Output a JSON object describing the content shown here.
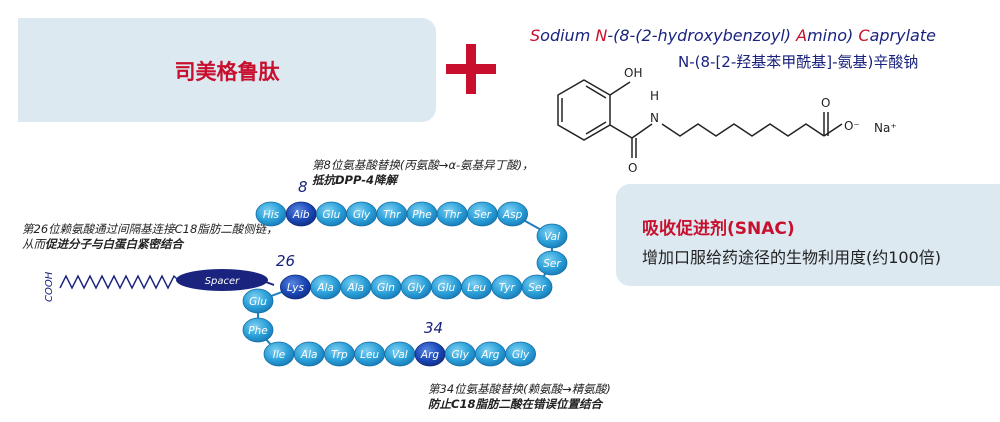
{
  "drug_name": "司美格鲁肽",
  "snac": {
    "english_parts": [
      {
        "cap": "S",
        "rest": "odium "
      },
      {
        "cap": "N",
        "rest": "-(8-(2-hydroxybenzoyl) "
      },
      {
        "cap": "A",
        "rest": "mino) "
      },
      {
        "cap": "C",
        "rest": "aprylate"
      }
    ],
    "chinese_name": "N-(8-[2-羟基苯甲酰基]-氨基)辛酸钠",
    "label_oh": "OH",
    "label_h": "H",
    "label_n": "N",
    "label_o_amide": "O",
    "label_o_acid": "O",
    "label_o_minus": "O⁻",
    "label_na": "Na⁺"
  },
  "snac_box": {
    "title": "吸收促进剂(SNAC)",
    "description": "增加口服给药途径的生物利用度(约100倍)"
  },
  "peptide": {
    "row1": [
      "His",
      "Aib",
      "Glu",
      "Gly",
      "Thr",
      "Phe",
      "Thr",
      "Ser",
      "Asp"
    ],
    "right_turn": [
      "Val",
      "Ser"
    ],
    "row2": [
      "Ser",
      "Tyr",
      "Leu",
      "Glu",
      "Gly",
      "Gln",
      "Ala",
      "Ala",
      "Lys"
    ],
    "left_turn": [
      "Glu",
      "Phe"
    ],
    "row3": [
      "Ile",
      "Ala",
      "Trp",
      "Leu",
      "Val",
      "Arg",
      "Gly",
      "Arg",
      "Gly"
    ],
    "highlight_residues": [
      "Aib",
      "Lys",
      "Arg"
    ],
    "position_labels": {
      "p8": "8",
      "p26": "26",
      "p34": "34"
    },
    "spacer_label": "Spacer",
    "cooh_label": "COOH"
  },
  "annotations": {
    "pos8_line1": "第8位氨基酸替换(丙氨酸→α-氨基异丁酸)，",
    "pos8_line2": "抵抗DPP-4降解",
    "pos26_line1": "第26位赖氨酸通过间隔基连接C18脂肪二酸侧链，",
    "pos26_line2_plain": "从而",
    "pos26_line2_bold": "促进分子与白蛋白紧密结合",
    "pos34_line1": "第34位氨基酸替换(赖氨酸→精氨酸)",
    "pos34_line2": "防止C18脂肪二酸在错误位置结合"
  },
  "colors": {
    "red": "#c8102e",
    "navy": "#1a237e",
    "bead_light": "#29a3db",
    "bead_dark": "#1846b8",
    "panel": "#dce9f0"
  }
}
